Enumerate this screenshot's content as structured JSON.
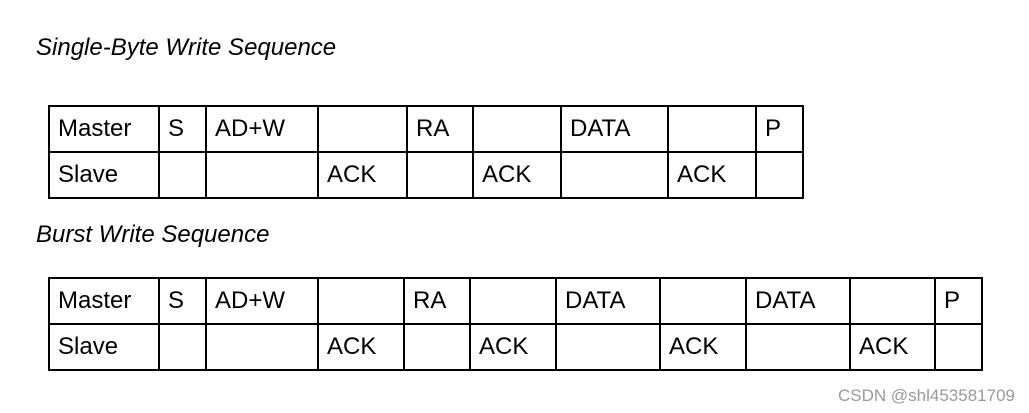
{
  "single_title": "Single-Byte Write Sequence",
  "single": {
    "master": [
      "Master",
      "S",
      "AD+W",
      "",
      "RA",
      "",
      "DATA",
      "",
      "P"
    ],
    "slave": [
      "Slave",
      "",
      "",
      "ACK",
      "",
      "ACK",
      "",
      "ACK",
      ""
    ]
  },
  "burst_title": "Burst Write Sequence",
  "burst": {
    "master": [
      "Master",
      "S",
      "AD+W",
      "",
      "RA",
      "",
      "DATA",
      "",
      "DATA",
      "",
      "P"
    ],
    "slave": [
      "Slave",
      "",
      "",
      "ACK",
      "",
      "ACK",
      "",
      "ACK",
      "",
      "ACK",
      ""
    ]
  },
  "watermark": "CSDN @shl453581709"
}
